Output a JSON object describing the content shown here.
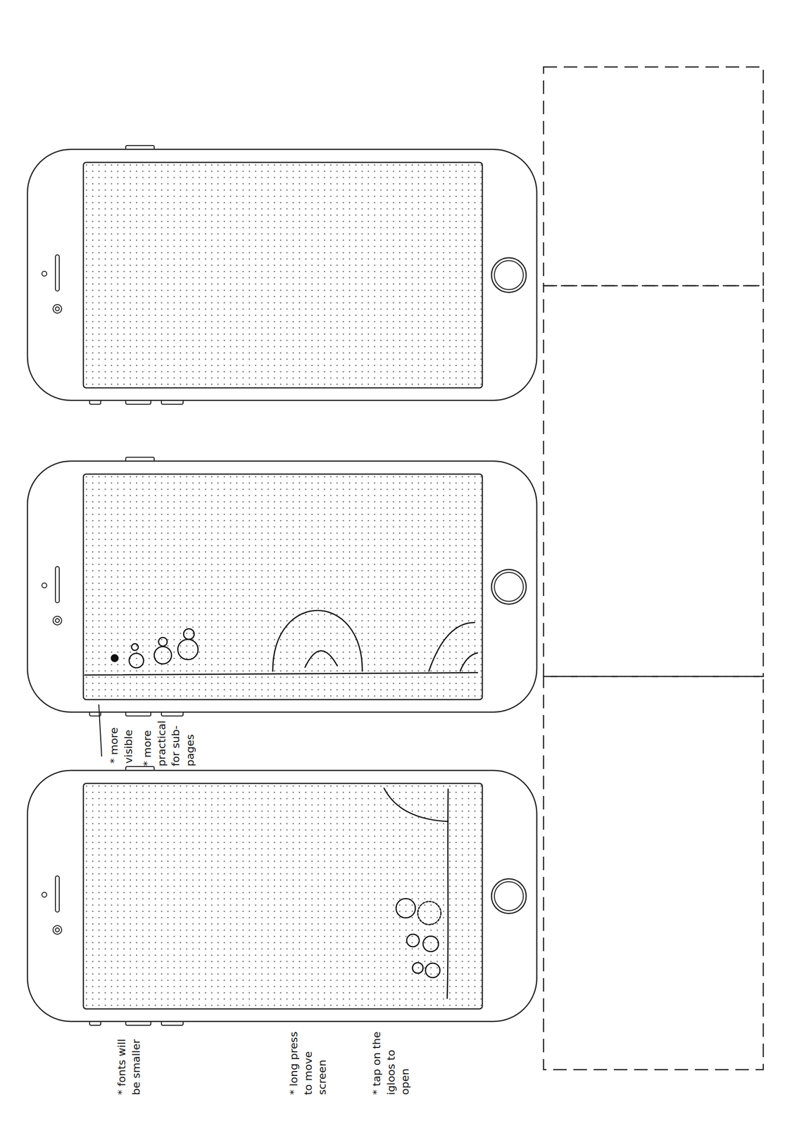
{
  "diagram": {
    "labels": [
      "* more visible",
      "* more practical for sub-pages",
      "* fonts will be smaller",
      "* long press to move screen",
      "* tap on the igloos to open"
    ]
  }
}
